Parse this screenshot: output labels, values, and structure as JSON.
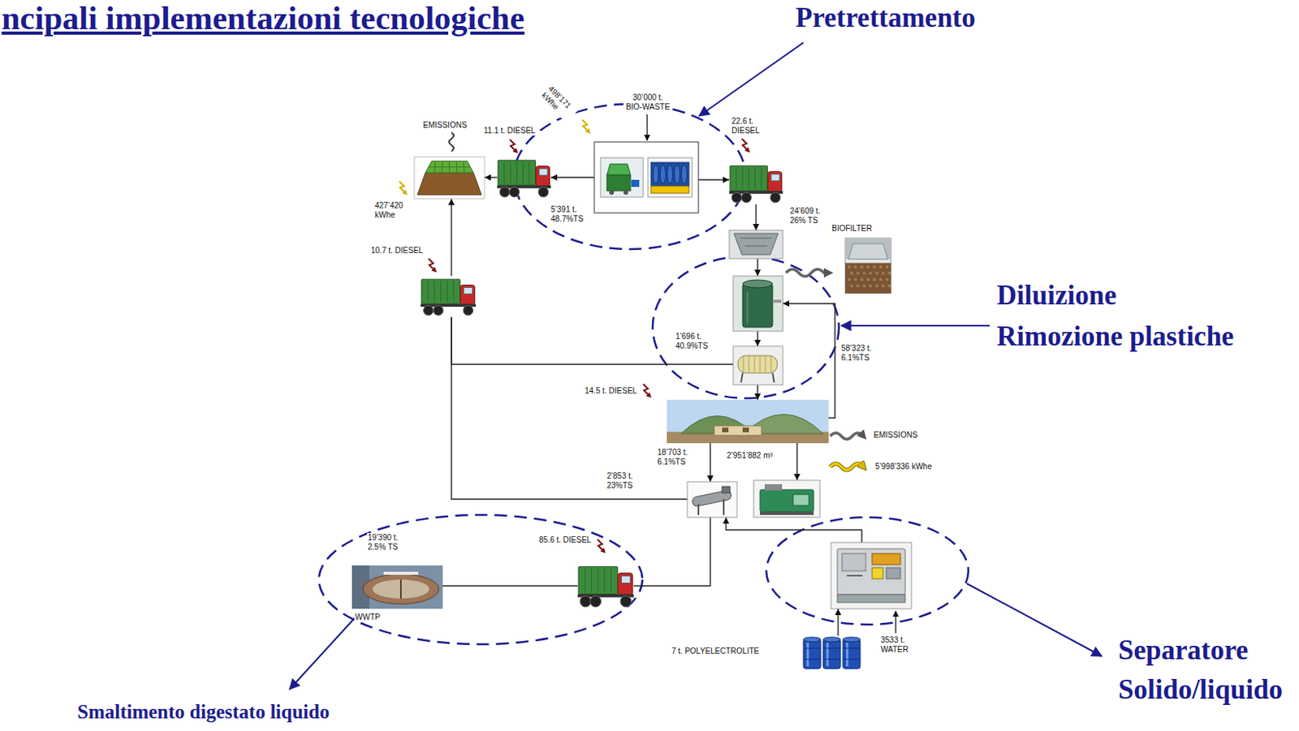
{
  "diagram": {
    "title": "ncipali implementazioni tecnologiche",
    "nodes": [
      {
        "text": [
          "EMISSIONS",
          "427’420 kWhe"
        ]
      },
      {
        "text": [
          "11.1 t. DIESEL"
        ]
      },
      {
        "text": []
      },
      {
        "text": [
          "22.6 t. DIESEL"
        ]
      },
      {
        "text": []
      },
      {
        "text": [
          "BIOFILTER"
        ]
      },
      {
        "text": []
      },
      {
        "text": []
      },
      {
        "text": [
          "10.7 t. DIESEL"
        ]
      },
      {
        "text": [
          "14.5 t. DIESEL"
        ]
      },
      {
        "text": []
      },
      {
        "text": []
      },
      {
        "text": [
          "85.6 t. DIESEL"
        ]
      },
      {
        "text": [
          "WWTP"
        ]
      },
      {
        "text": []
      },
      {
        "text": [
          "7 t. POLYELECTROLITE"
        ]
      }
    ],
    "edges": [
      {
        "from": 2,
        "to": 1,
        "arrow": "to"
      },
      {
        "from": 1,
        "to": 0,
        "arrow": "to"
      },
      {
        "from": 2,
        "to": 3,
        "arrow": "to"
      },
      {
        "from": 3,
        "to": 4,
        "arrow": "to"
      },
      {
        "from": 4,
        "to": 6,
        "arrow": "to"
      },
      {
        "from": 6,
        "to": 7,
        "arrow": "to"
      },
      {
        "from": 7,
        "to": 9,
        "arrow": "to"
      },
      {
        "from": 7,
        "to": 8,
        "arrow": "none"
      },
      {
        "from": 10,
        "to": 8,
        "arrow": "none"
      },
      {
        "from": 8,
        "to": 0,
        "arrow": "to"
      },
      {
        "from": 9,
        "to": 6,
        "arrow": "to"
      },
      {
        "from": 9,
        "to": 10,
        "arrow": "to"
      },
      {
        "from": 9,
        "to": 11,
        "arrow": "to"
      },
      {
        "from": 10,
        "to": 12,
        "arrow": "none"
      },
      {
        "from": 12,
        "to": 13,
        "arrow": "none"
      },
      {
        "from": 14,
        "to": 10,
        "arrow": "to"
      },
      {
        "from": 15,
        "to": 14,
        "arrow": "to"
      }
    ],
    "labels": [
      "Pretrettamento",
      "Diluizione",
      "Rimozione plastiche",
      "Separatore",
      "Solido/liquido",
      "Smaltimento digestato liquido",
      "30’000 t. BIO-WASTE",
      "498’171 kWhe",
      "5’391 t. 48.7%TS",
      "24’609 t. 26% TS",
      "1’696 t. 40.9%TS",
      "58’323 t. 6.1%TS",
      "18’703 t. 6.1%TS",
      "2’951’882 m³",
      "EMISSIONS",
      "5’998’336 kWhe",
      "2’853 t. 23%TS",
      "19’390 t. 2.5% TS",
      "3533 t. WATER"
    ]
  }
}
